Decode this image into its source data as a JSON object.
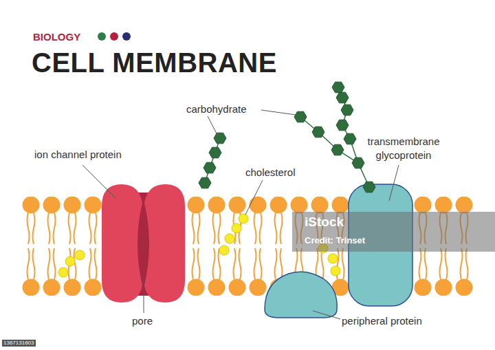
{
  "diagram": {
    "title": "CELL MEMBRANE",
    "labels": [
      "BIOLOGY",
      "carbohydrate",
      "ion channel protein",
      "cholesterol",
      "transmembrane glycoprotein",
      "pore",
      "peripheral protein",
      "iStock",
      "Credit: Trinset",
      "1367131603"
    ]
  }
}
